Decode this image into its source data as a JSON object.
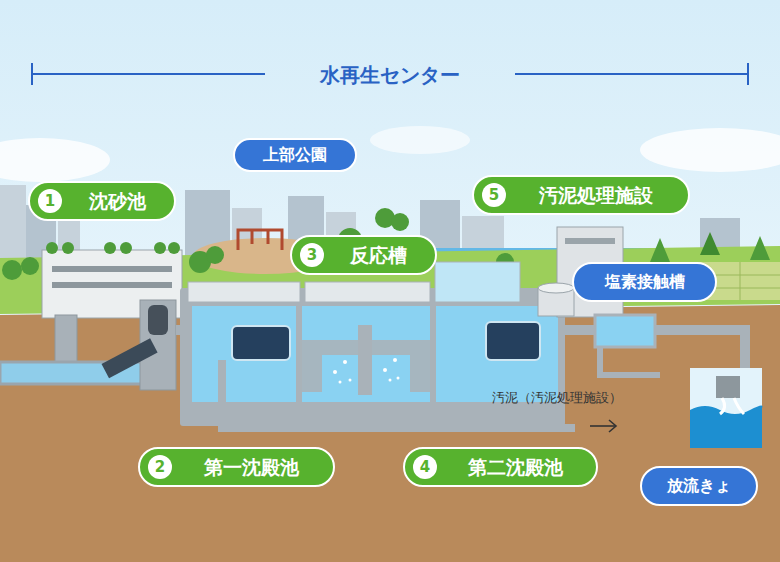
{
  "diagram": {
    "title": "水再生センター",
    "nodes": [
      {
        "text": [
          "上部公園"
        ]
      },
      {
        "text": [
          "沈砂池"
        ]
      },
      {
        "text": [
          "1"
        ],
        "in": 1
      },
      {
        "text": [
          "汚泥処理施設"
        ]
      },
      {
        "text": [
          "5"
        ],
        "in": 3
      },
      {
        "text": [
          "反応槽"
        ]
      },
      {
        "text": [
          "3"
        ],
        "in": 5
      },
      {
        "text": [
          "塩素接触槽"
        ]
      },
      {
        "text": [
          "第一沈殿池"
        ]
      },
      {
        "text": [
          "2"
        ],
        "in": 8
      },
      {
        "text": [
          "第二沈殿池"
        ]
      },
      {
        "text": [
          "4"
        ],
        "in": 10
      },
      {
        "text": [
          "放流きょ"
        ]
      }
    ],
    "labels": [
      "汚泥（汚泥処理施設）"
    ]
  }
}
